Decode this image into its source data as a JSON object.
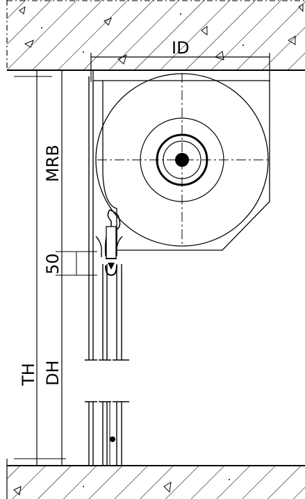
{
  "labels": {
    "id": "ID",
    "mrb": "MRB",
    "fifty": "50",
    "th": "TH",
    "dh": "DH"
  }
}
